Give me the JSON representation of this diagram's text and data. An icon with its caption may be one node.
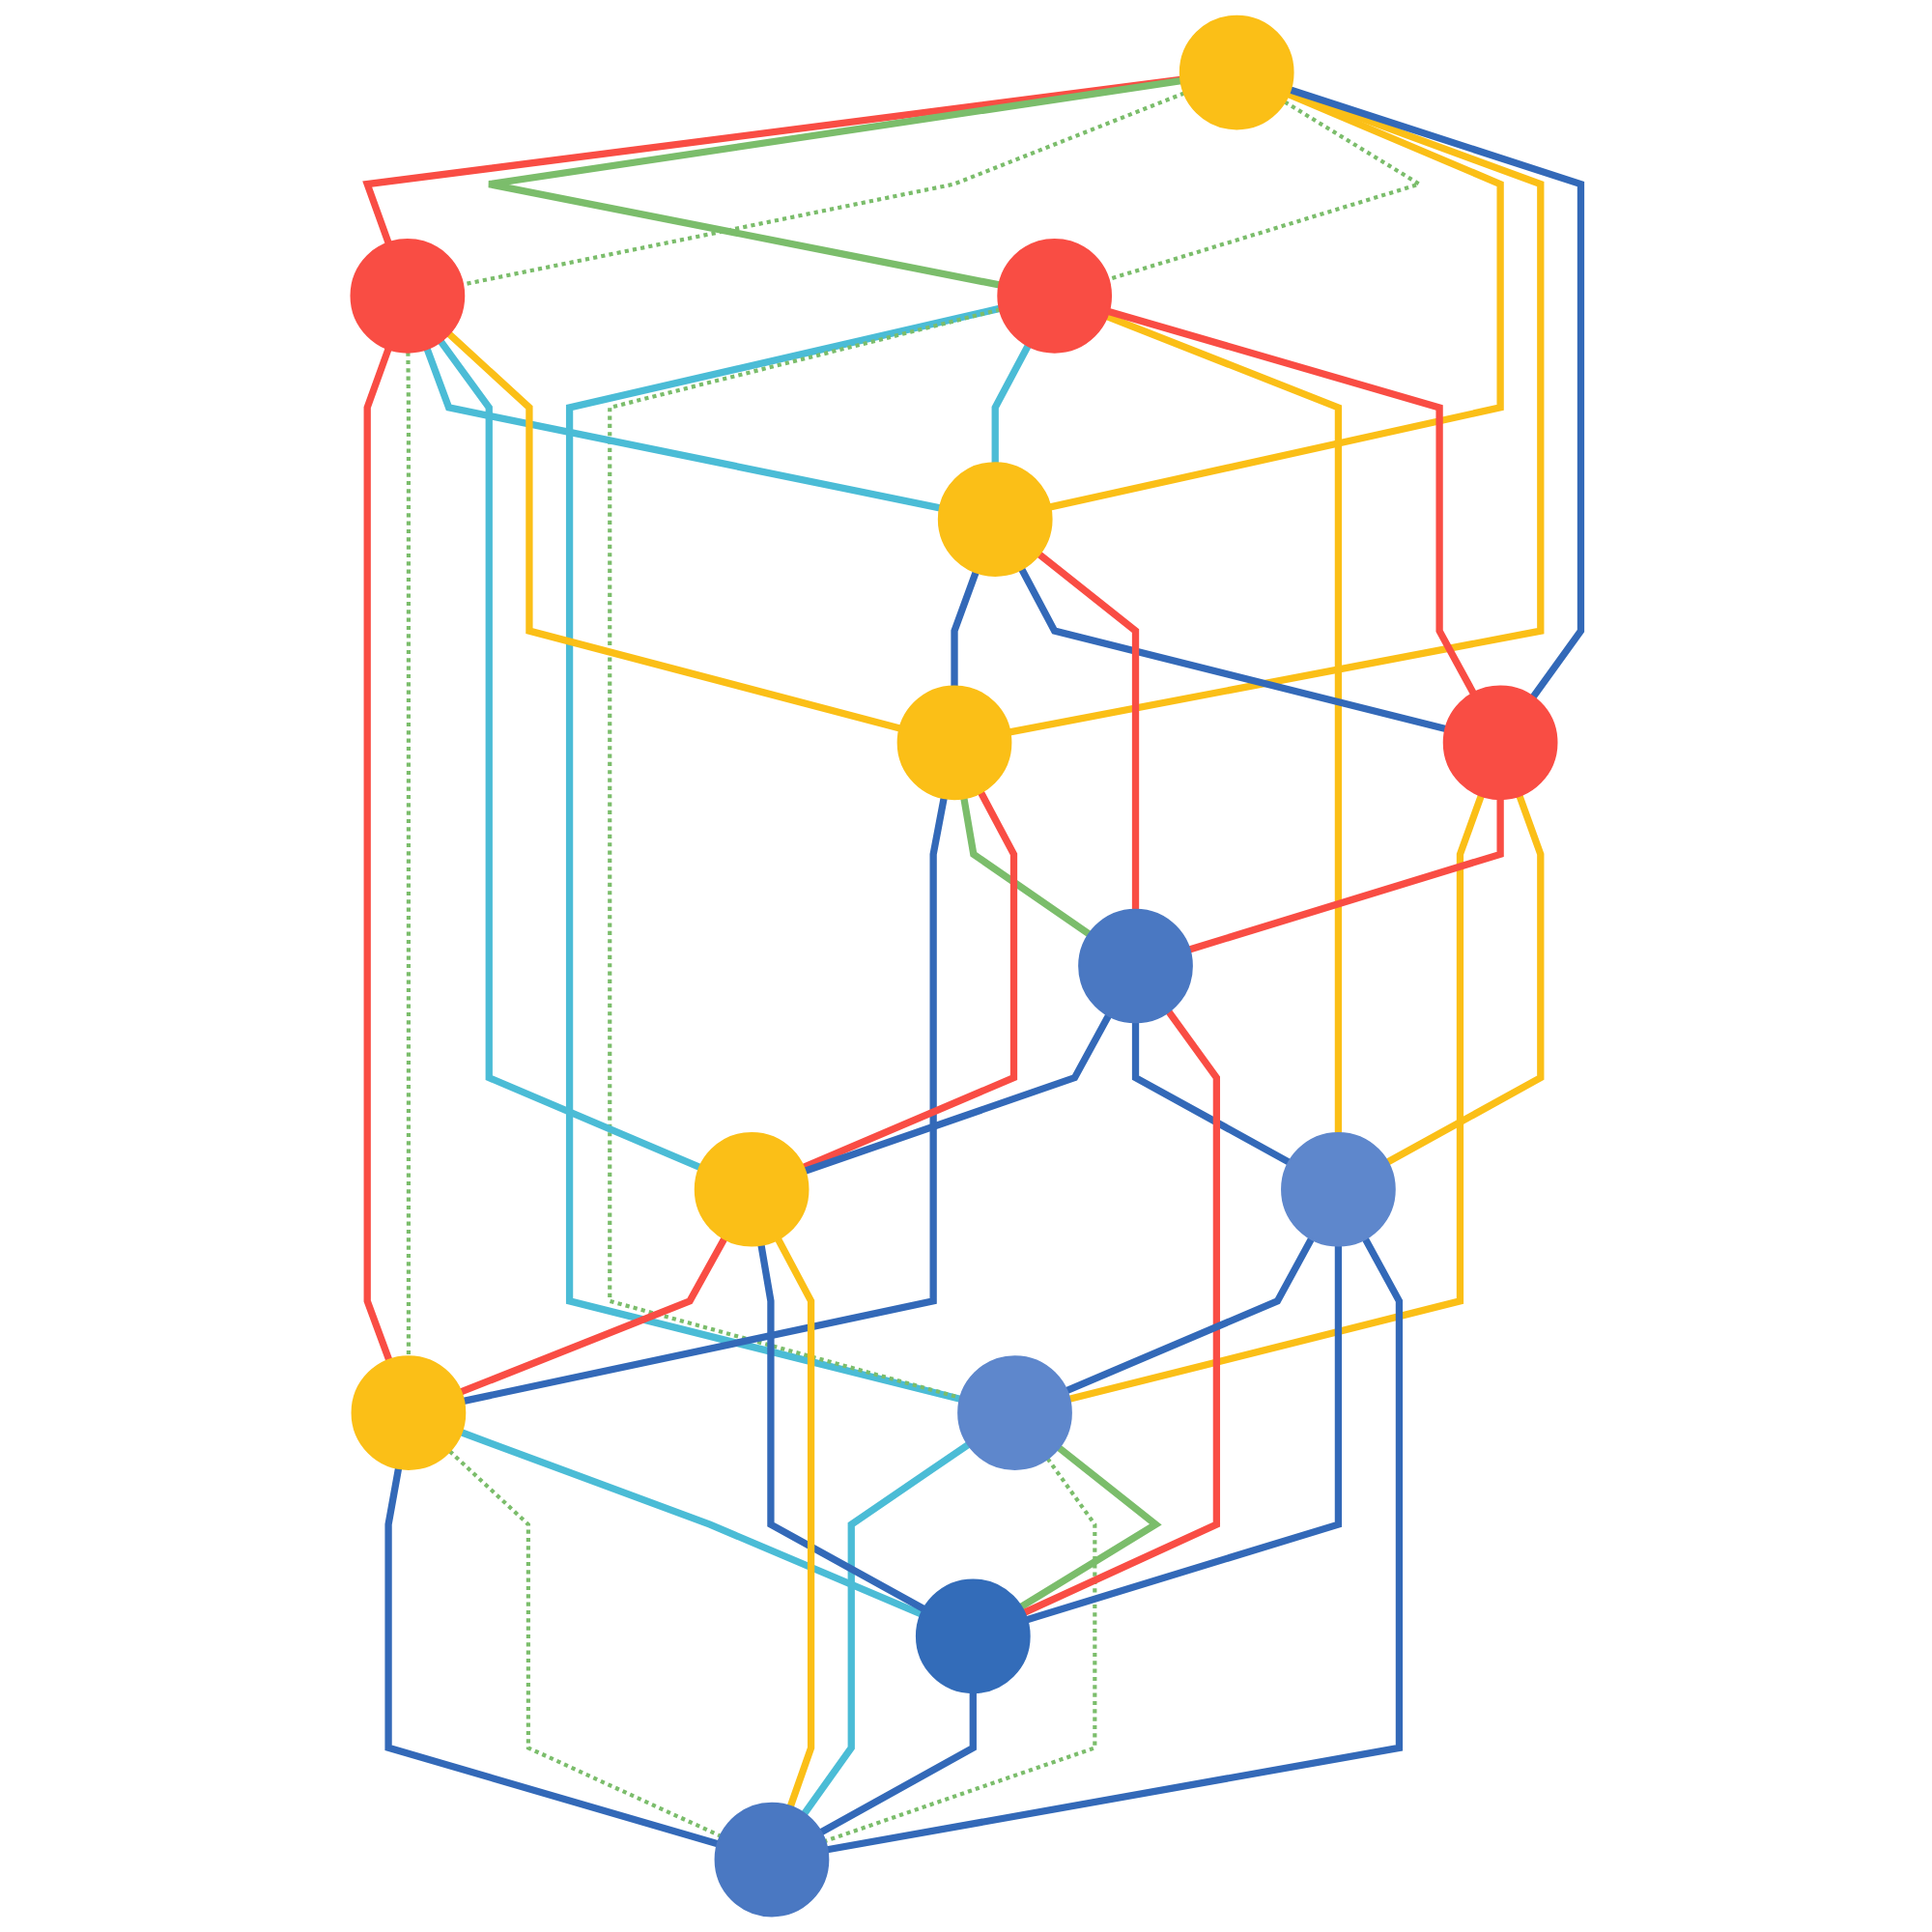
{
  "diagram": {
    "nodes": [
      {
        "text": [],
        "shape": "circle"
      },
      {
        "text": [],
        "shape": "circle"
      },
      {
        "text": [],
        "shape": "circle"
      },
      {
        "text": [],
        "shape": "circle"
      },
      {
        "text": [],
        "shape": "circle"
      },
      {
        "text": [],
        "shape": "circle"
      },
      {
        "text": [],
        "shape": "circle"
      },
      {
        "text": [],
        "shape": "circle"
      },
      {
        "text": [],
        "shape": "circle"
      },
      {
        "text": [],
        "shape": "circle"
      },
      {
        "text": [],
        "shape": "circle"
      },
      {
        "text": [],
        "shape": "circle"
      },
      {
        "text": [],
        "shape": "circle"
      }
    ],
    "edges": [
      {
        "from": 0,
        "to": 1,
        "arrow": "none",
        "color": "#f94d44"
      },
      {
        "from": 0,
        "to": 3,
        "arrow": "none",
        "color": "#7bbd6b"
      },
      {
        "from": 3,
        "to": 11,
        "arrow": "none",
        "color": "#4bbcd6"
      },
      {
        "from": 11,
        "to": 12,
        "arrow": "none",
        "color": "#4bbcd6"
      },
      {
        "from": 9,
        "to": 12,
        "arrow": "none"
      },
      {
        "from": 1,
        "to": 9,
        "arrow": "none",
        "color": "#f94d44"
      },
      {
        "from": 0,
        "to": 1,
        "arrow": "none",
        "style": "dashed",
        "color": "#7bbd6b"
      },
      {
        "from": 0,
        "to": 3,
        "arrow": "none",
        "style": "dashed",
        "color": "#7bbd6b"
      },
      {
        "from": 3,
        "to": 11,
        "arrow": "none",
        "style": "dashed",
        "color": "#7bbd6b"
      },
      {
        "from": 11,
        "to": 12,
        "arrow": "none",
        "style": "dashed",
        "color": "#7bbd6b"
      },
      {
        "from": 9,
        "to": 12,
        "arrow": "none",
        "style": "dashed",
        "color": "#7bbd6b"
      },
      {
        "from": 1,
        "to": 9,
        "arrow": "none",
        "style": "dashed",
        "color": "#7bbd6b"
      },
      {
        "from": 1,
        "to": 2,
        "arrow": "none",
        "color": "#4bbcd6"
      },
      {
        "from": 3,
        "to": 2,
        "arrow": "none",
        "color": "#4bbcd6"
      },
      {
        "from": 9,
        "to": 10,
        "arrow": "none",
        "color": "#4bbcd6"
      },
      {
        "from": 11,
        "to": 10,
        "arrow": "none",
        "color": "#7bbd6b"
      },
      {
        "from": 0,
        "to": 2,
        "arrow": "none",
        "color": "#fbbf17"
      },
      {
        "from": 0,
        "to": 4,
        "arrow": "none",
        "color": "#fbbf17"
      },
      {
        "from": 0,
        "to": 5,
        "arrow": "none"
      },
      {
        "from": 5,
        "to": 11,
        "arrow": "none",
        "color": "#fbbf17"
      },
      {
        "from": 3,
        "to": 8,
        "arrow": "none",
        "color": "#fbbf17"
      },
      {
        "from": 1,
        "to": 7,
        "arrow": "none",
        "color": "#4bbcd6"
      },
      {
        "from": 4,
        "to": 9,
        "arrow": "none"
      },
      {
        "from": 1,
        "to": 4,
        "arrow": "none",
        "color": "#fbbf17"
      },
      {
        "from": 2,
        "to": 4,
        "arrow": "none"
      },
      {
        "from": 2,
        "to": 5,
        "arrow": "none"
      },
      {
        "from": 3,
        "to": 5,
        "arrow": "none",
        "color": "#f94d44"
      },
      {
        "from": 2,
        "to": 6,
        "arrow": "none",
        "color": "#f94d44"
      },
      {
        "from": 4,
        "to": 6,
        "arrow": "none",
        "color": "#7bbd6b"
      },
      {
        "from": 5,
        "to": 6,
        "arrow": "none",
        "color": "#f94d44"
      },
      {
        "from": 4,
        "to": 7,
        "arrow": "none",
        "color": "#f94d44"
      },
      {
        "from": 5,
        "to": 8,
        "arrow": "none",
        "color": "#fbbf17"
      },
      {
        "from": 6,
        "to": 7,
        "arrow": "none"
      },
      {
        "from": 6,
        "to": 8,
        "arrow": "none"
      },
      {
        "from": 6,
        "to": 10,
        "arrow": "none",
        "color": "#f94d44"
      },
      {
        "from": 7,
        "to": 9,
        "arrow": "none",
        "color": "#f94d44"
      },
      {
        "from": 8,
        "to": 11,
        "arrow": "none"
      },
      {
        "from": 7,
        "to": 10,
        "arrow": "none"
      },
      {
        "from": 8,
        "to": 10,
        "arrow": "none"
      },
      {
        "from": 10,
        "to": 12,
        "arrow": "none"
      },
      {
        "from": 7,
        "to": 12,
        "arrow": "none",
        "color": "#fbbf17"
      },
      {
        "from": 8,
        "to": 12,
        "arrow": "none"
      }
    ]
  }
}
